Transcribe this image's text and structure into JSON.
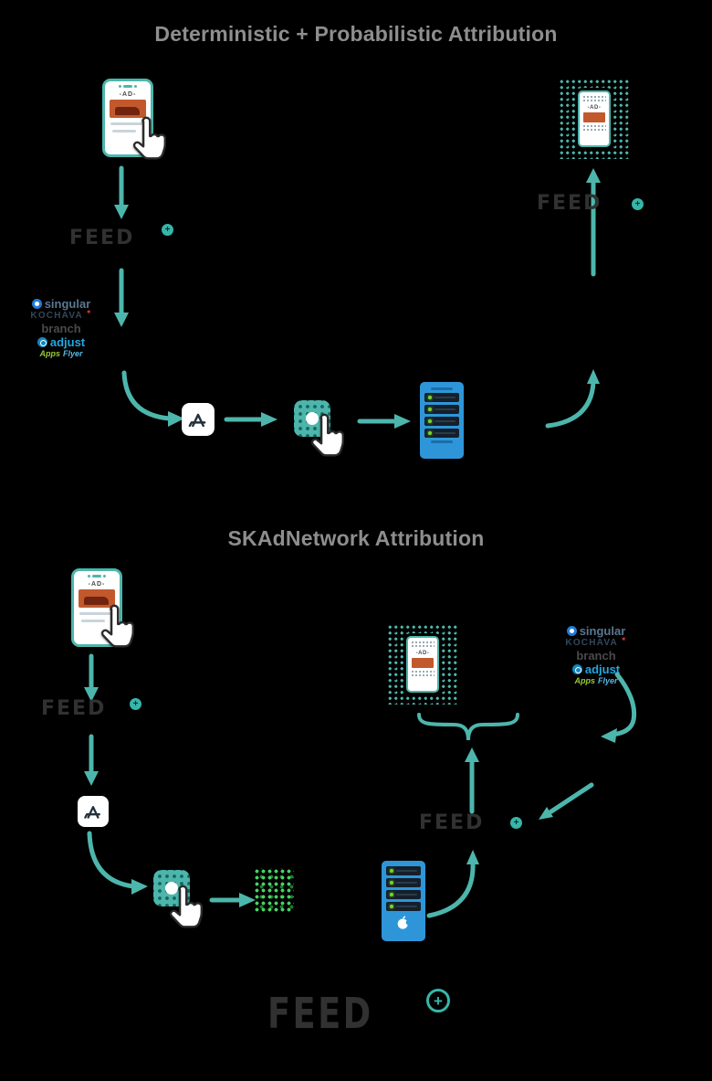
{
  "colors": {
    "teal": "#4db6ac",
    "server_blue": "#2e96d8",
    "led_green": "#74d42c",
    "ad_orange": "#c2592c",
    "title_gray": "#8e8e8e",
    "watermark_gray": "#313131",
    "kochava_red": "#e23b3b",
    "singular_blue": "#1f7bd9",
    "adjust_blue": "#22a7df",
    "appsflyer_green": "#99c93c",
    "appsflyer_blue": "#58b6e4"
  },
  "section1": {
    "title": "Deterministic + Probabilistic Attribution",
    "watermark_left": "FEED",
    "watermark_right": "FEED"
  },
  "section2": {
    "title": "SKAdNetwork Attribution",
    "watermark_left": "FEED",
    "watermark_mid": "FEED"
  },
  "footer": {
    "watermark": "FEED"
  },
  "phone": {
    "ad_label": "-AD-"
  },
  "badge": {
    "symbol": "+"
  },
  "mmp_logos": {
    "singular": "singular",
    "kochava": "KOCHAVA",
    "kochava_star": "✶",
    "branch": "branch",
    "adjust": "adjust",
    "appsflyer_first": "Apps",
    "appsflyer_second": "Flyer"
  }
}
